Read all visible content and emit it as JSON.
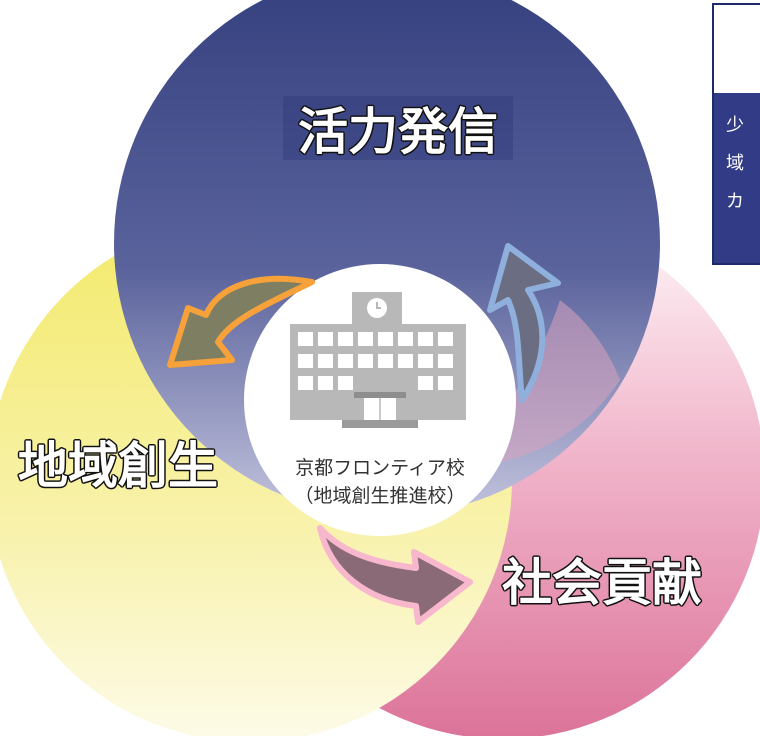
{
  "diagram": {
    "circles": [
      {
        "id": "top",
        "label": "活力発信",
        "color_top": "#343f7e",
        "color_bottom": "#9090be"
      },
      {
        "id": "left",
        "label": "地域創生",
        "color_top": "#f3ea6a",
        "color_bottom": "#fbf7d6"
      },
      {
        "id": "right",
        "label": "社会貢献",
        "color_top": "#fdeef3",
        "color_bottom": "#df7ba0"
      }
    ],
    "center": {
      "line1": "京都フロンティア校",
      "line2": "（地域創生推進校）",
      "icon": "school-building-icon"
    },
    "arrows": [
      {
        "name": "arrow-to-left",
        "color": "#7e7f62",
        "outline": "#f6a13a"
      },
      {
        "name": "arrow-to-top",
        "color": "#6b6d82",
        "outline": "#8fb0dc"
      },
      {
        "name": "arrow-to-right",
        "color": "#8b6a77",
        "outline": "#f7b7cc"
      }
    ]
  },
  "note_box": {
    "lines": [
      "少",
      "域",
      "カ"
    ]
  }
}
